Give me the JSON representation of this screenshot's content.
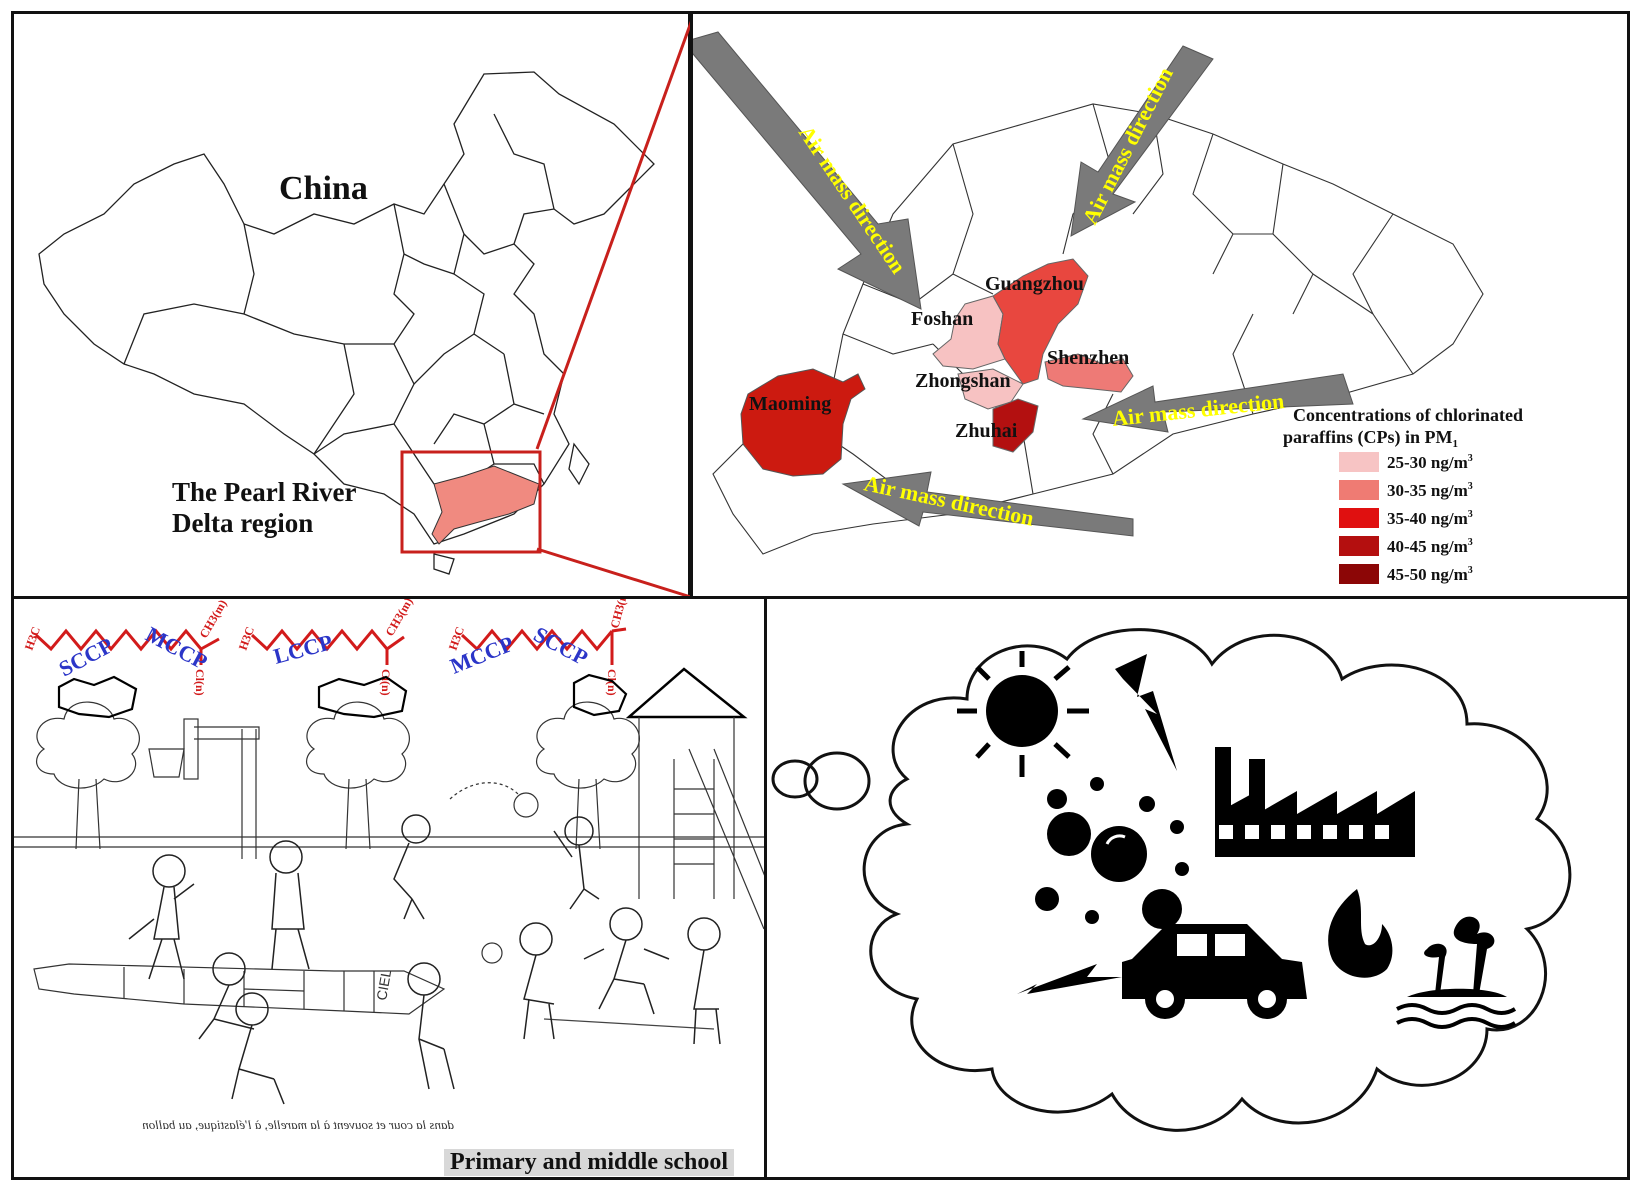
{
  "china_map": {
    "country_label": "China",
    "region_label_line1": "The Pearl River",
    "region_label_line2": "Delta region",
    "region_color": "#f08a80"
  },
  "prd_map": {
    "cities": [
      {
        "name": "Guangzhou",
        "color": "#e8473f"
      },
      {
        "name": "Foshan",
        "color": "#f7c2c2"
      },
      {
        "name": "Shenzhen",
        "color": "#ee7a76"
      },
      {
        "name": "Zhongshan",
        "color": "#f7c2c2"
      },
      {
        "name": "Zhuhai",
        "color": "#b31010"
      },
      {
        "name": "Maoming",
        "color": "#cc1a10"
      }
    ],
    "arrow_label": "Air mass direction",
    "arrow_color": "#7a7a7a",
    "legend": {
      "title_line1": "Concentrations of chlorinated",
      "title_line2": "paraffins (CPs) in PM",
      "title_sub": "1",
      "unit": "ng/m",
      "unit_sup": "3",
      "items": [
        {
          "range": "25-30",
          "color": "#f7c4c4"
        },
        {
          "range": "30-35",
          "color": "#ef7b73"
        },
        {
          "range": "35-40",
          "color": "#e01010"
        },
        {
          "range": "40-45",
          "color": "#b40f0f"
        },
        {
          "range": "45-50",
          "color": "#8c0606"
        }
      ]
    }
  },
  "school": {
    "caption": "Primary and middle school",
    "chains": [
      {
        "left": "SCCP",
        "right": "MCCP"
      },
      {
        "middle": "LCCP"
      },
      {
        "left": "MCCP",
        "right": "SCCP"
      }
    ],
    "formula_h3c": "H3C",
    "formula_ch3": "CH3(m)",
    "formula_cl": "Cl(n)",
    "floor_text": "dans la cour et souvent à la marelle, à l'élastique, au ballon",
    "hopscotch_text": "CIEL"
  },
  "sources": {
    "icons": [
      "sun-icon",
      "lightning-icon",
      "factory-icon",
      "particles-icon",
      "fire-icon",
      "car-icon",
      "island-icon"
    ]
  }
}
